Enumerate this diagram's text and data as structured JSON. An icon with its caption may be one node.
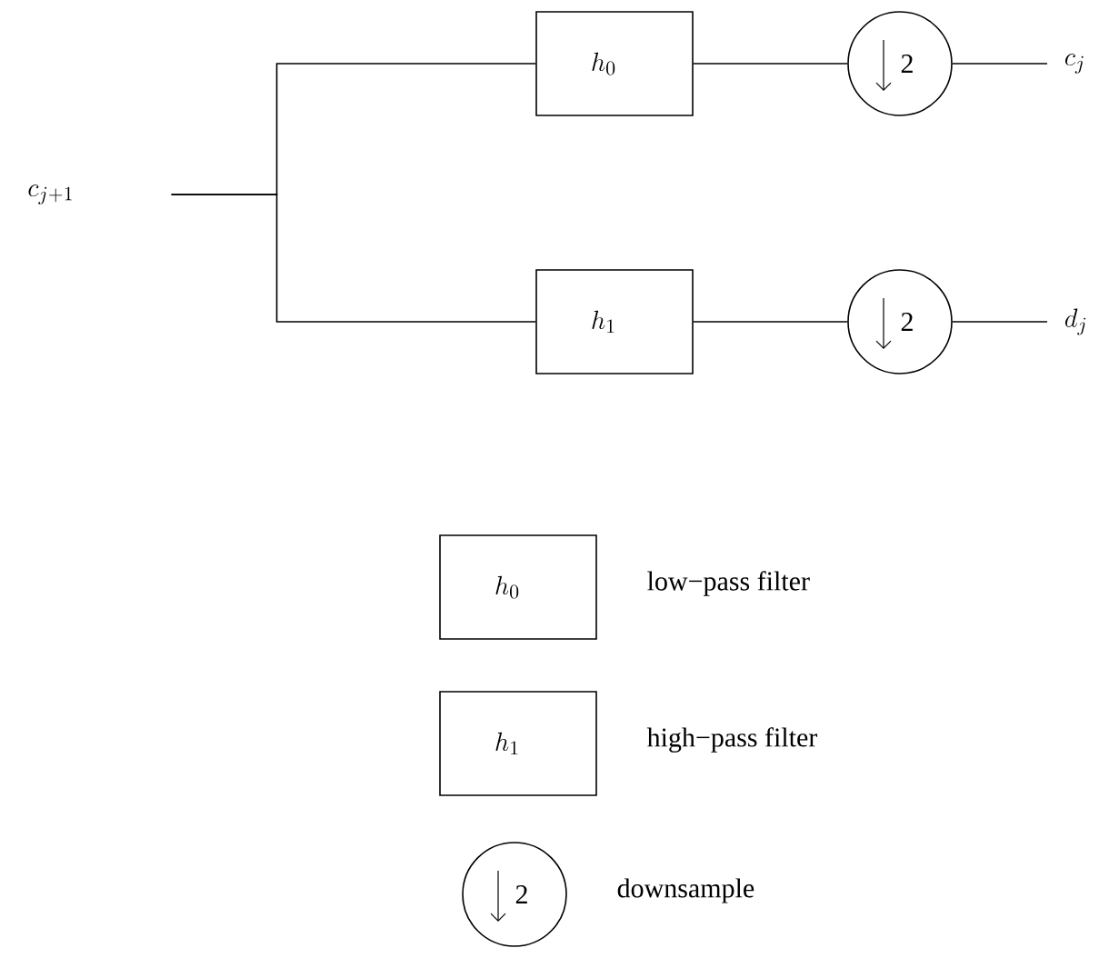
{
  "diagram": {
    "nodes": [
      {
        "text": [
          "c_{j+1}"
        ]
      },
      {
        "text": [
          "h_0"
        ]
      },
      {
        "text": [
          "h_1"
        ]
      },
      {
        "text": [
          "2"
        ]
      },
      {
        "text": [
          "2"
        ]
      },
      {
        "text": [
          "c_j"
        ]
      },
      {
        "text": [
          "d_j"
        ]
      },
      {
        "text": [
          "h_0"
        ],
        "beside": [
          "low−pass filter"
        ]
      },
      {
        "text": [
          "h_1"
        ],
        "beside": [
          "high−pass filter"
        ]
      },
      {
        "text": [
          "2"
        ],
        "beside": [
          "downsample"
        ]
      }
    ],
    "edges": [
      {
        "from": 0,
        "to": 1,
        "arrow": "none"
      },
      {
        "from": 0,
        "to": 2,
        "arrow": "none"
      },
      {
        "from": 1,
        "to": 3,
        "arrow": "none"
      },
      {
        "from": 2,
        "to": 4,
        "arrow": "none"
      },
      {
        "from": 3,
        "to": 5,
        "arrow": "none"
      },
      {
        "from": 4,
        "to": 6,
        "arrow": "none"
      }
    ]
  }
}
